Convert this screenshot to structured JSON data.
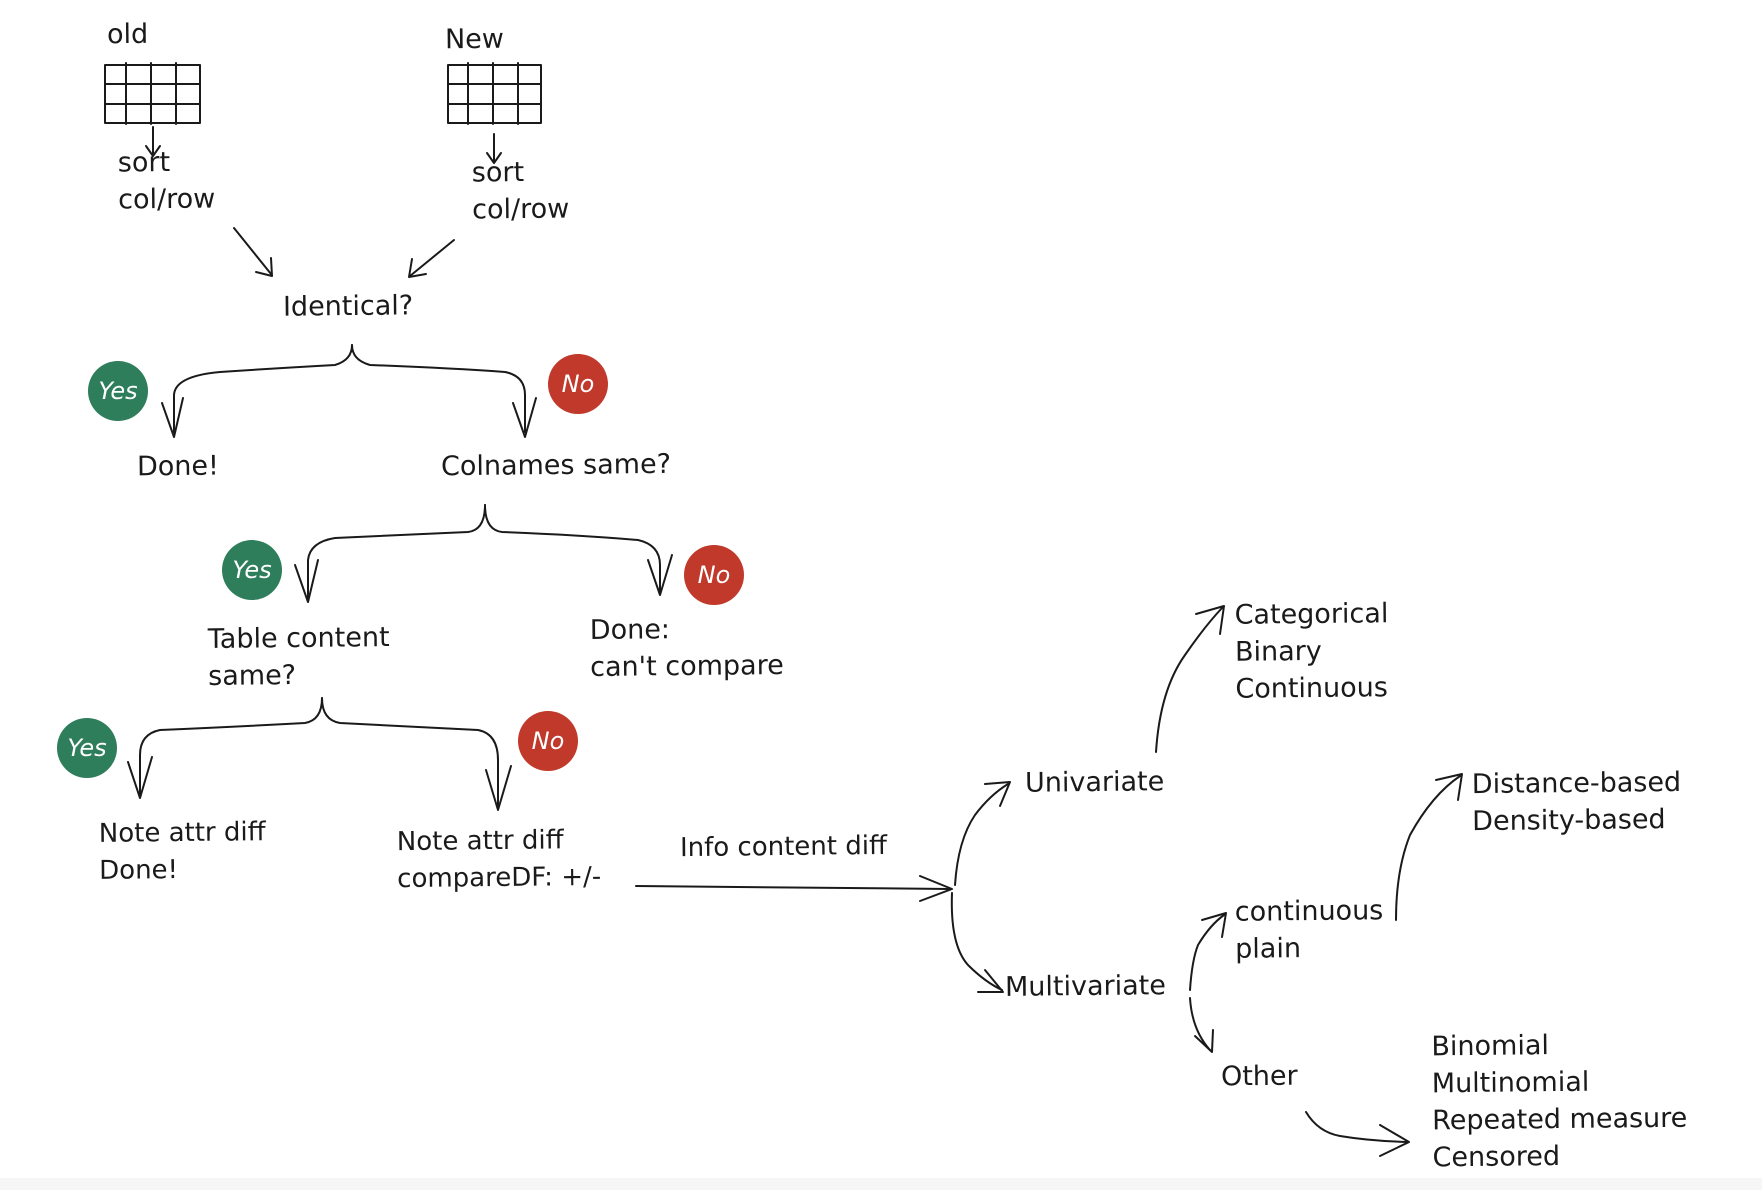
{
  "tables": {
    "old": {
      "label": "old"
    },
    "new": {
      "label": "New"
    }
  },
  "nodes": {
    "sort_old": "sort\ncol/row",
    "sort_new": "sort\ncol/row",
    "identical": "Identical?",
    "done1": "Done!",
    "colnames": "Colnames same?",
    "table_content": "Table content\nsame?",
    "done_cant": "Done:\ncan't compare",
    "note_done": "Note attr diff\nDone!",
    "note_compare": "Note attr diff\ncompareDF: +/-",
    "info_content": "Info content diff",
    "univariate": "Univariate",
    "univariate_types": "Categorical\nBinary\nContinuous",
    "multivariate": "Multivariate",
    "continuous_plain": "continuous\nplain",
    "distance_density": "Distance-based\nDensity-based",
    "other": "Other",
    "other_types": "Binomial\nMultinomial\nRepeated measure\nCensored"
  },
  "badges": {
    "yes": "Yes",
    "no": "No"
  },
  "colors": {
    "yes": "#2e7d5b",
    "no": "#c0392b",
    "ink": "#1a1a1a"
  }
}
